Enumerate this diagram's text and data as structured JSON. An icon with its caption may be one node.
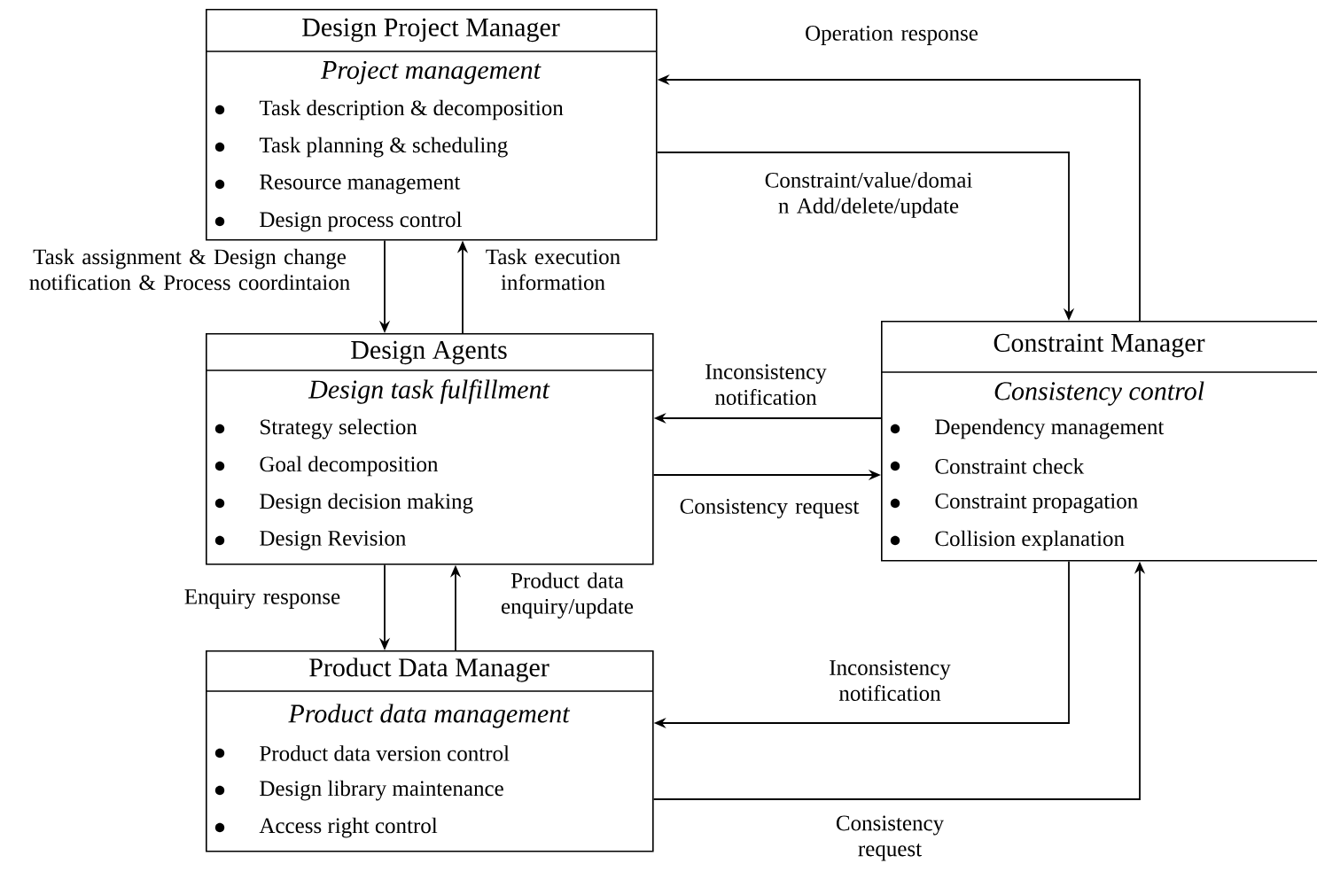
{
  "diagram": {
    "nodes": [
      {
        "text": [
          "Design Project Manager",
          "Project management",
          "Task description & decomposition",
          "Task planning & scheduling",
          "Resource management",
          "Design process control"
        ]
      },
      {
        "text": [
          "Design Agents",
          "Design task fulfillment",
          "Strategy selection",
          "Goal decomposition",
          "Design decision making",
          "Design Revision"
        ]
      },
      {
        "text": [
          "Product Data Manager",
          "Product data management",
          "Product data version control",
          "Design library maintenance",
          "Access right control"
        ]
      },
      {
        "text": [
          "Constraint Manager",
          "Consistency control",
          "Dependency management",
          "Constraint check",
          "Constraint propagation",
          "Collision explanation"
        ]
      }
    ],
    "edges": [
      {
        "from": 0,
        "to": 1,
        "arrow": "to",
        "label": "Task assignment & Design change notification & Process coordintaion"
      },
      {
        "from": 1,
        "to": 0,
        "arrow": "to",
        "label": "Task execution information"
      },
      {
        "from": 1,
        "to": 2,
        "arrow": "to",
        "label": "Enquiry response"
      },
      {
        "from": 2,
        "to": 1,
        "arrow": "to",
        "label": "Product data enquiry/update"
      },
      {
        "from": 3,
        "to": 0,
        "arrow": "to",
        "label": "Operation response"
      },
      {
        "from": 0,
        "to": 3,
        "arrow": "to",
        "label": "Constraint/value/domai n Add/delete/update"
      },
      {
        "from": 3,
        "to": 1,
        "arrow": "to",
        "label": "Inconsistency notification"
      },
      {
        "from": 1,
        "to": 3,
        "arrow": "to",
        "label": "Consistency request"
      },
      {
        "from": 3,
        "to": 2,
        "arrow": "to",
        "label": "Inconsistency notification"
      },
      {
        "from": 2,
        "to": 3,
        "arrow": "to",
        "label": "Consistency request"
      }
    ]
  }
}
